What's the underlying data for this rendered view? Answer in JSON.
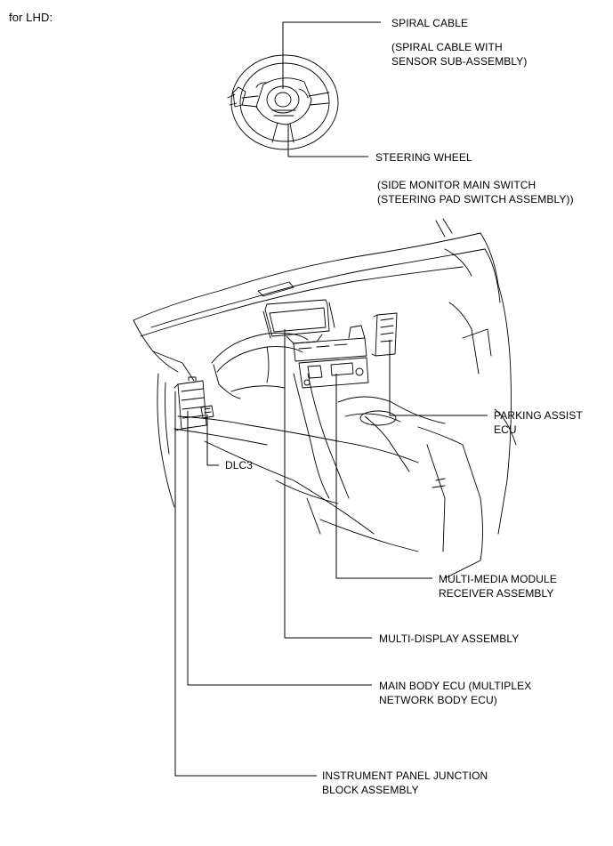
{
  "header": {
    "text": "for LHD:"
  },
  "labels": {
    "spiral_cable": "SPIRAL CABLE",
    "spiral_cable_sub_1": "(SPIRAL CABLE WITH",
    "spiral_cable_sub_2": "SENSOR SUB-ASSEMBLY)",
    "steering_wheel": "STEERING WHEEL",
    "side_monitor_1": "(SIDE MONITOR MAIN SWITCH",
    "side_monitor_2": "(STEERING PAD SWITCH ASSEMBLY))",
    "parking_assist_1": "PARKING ASSIST",
    "parking_assist_2": "ECU",
    "dlc3": "DLC3",
    "multimedia_1": "MULTI-MEDIA MODULE",
    "multimedia_2": "RECEIVER ASSEMBLY",
    "multidisplay": "MULTI-DISPLAY ASSEMBLY",
    "main_body_1": "MAIN BODY ECU (MULTIPLEX",
    "main_body_2": "NETWORK BODY ECU)",
    "junction_1": "INSTRUMENT PANEL JUNCTION",
    "junction_2": "BLOCK ASSEMBLY"
  }
}
